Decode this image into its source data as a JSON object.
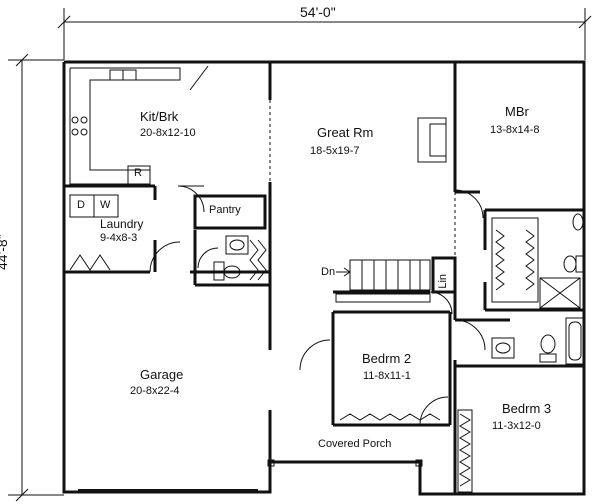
{
  "overall": {
    "width": "54'-0\"",
    "depth": "44'-8\""
  },
  "rooms": {
    "kitchen": {
      "name": "Kit/Brk",
      "dims": "20-8x12-10"
    },
    "great": {
      "name": "Great Rm",
      "dims": "18-5x19-7"
    },
    "master": {
      "name": "MBr",
      "dims": "13-8x14-8"
    },
    "laundry": {
      "name": "Laundry",
      "dims": "9-4x8-3"
    },
    "garage": {
      "name": "Garage",
      "dims": "20-8x22-4"
    },
    "bed2": {
      "name": "Bedrm 2",
      "dims": "11-8x11-1"
    },
    "bed3": {
      "name": "Bedrm 3",
      "dims": "11-3x12-0"
    }
  },
  "labels": {
    "pantry": "Pantry",
    "porch": "Covered Porch",
    "stairs": "Dn",
    "linen": "Lin",
    "dryer": "D",
    "washer": "W",
    "range": "R"
  }
}
